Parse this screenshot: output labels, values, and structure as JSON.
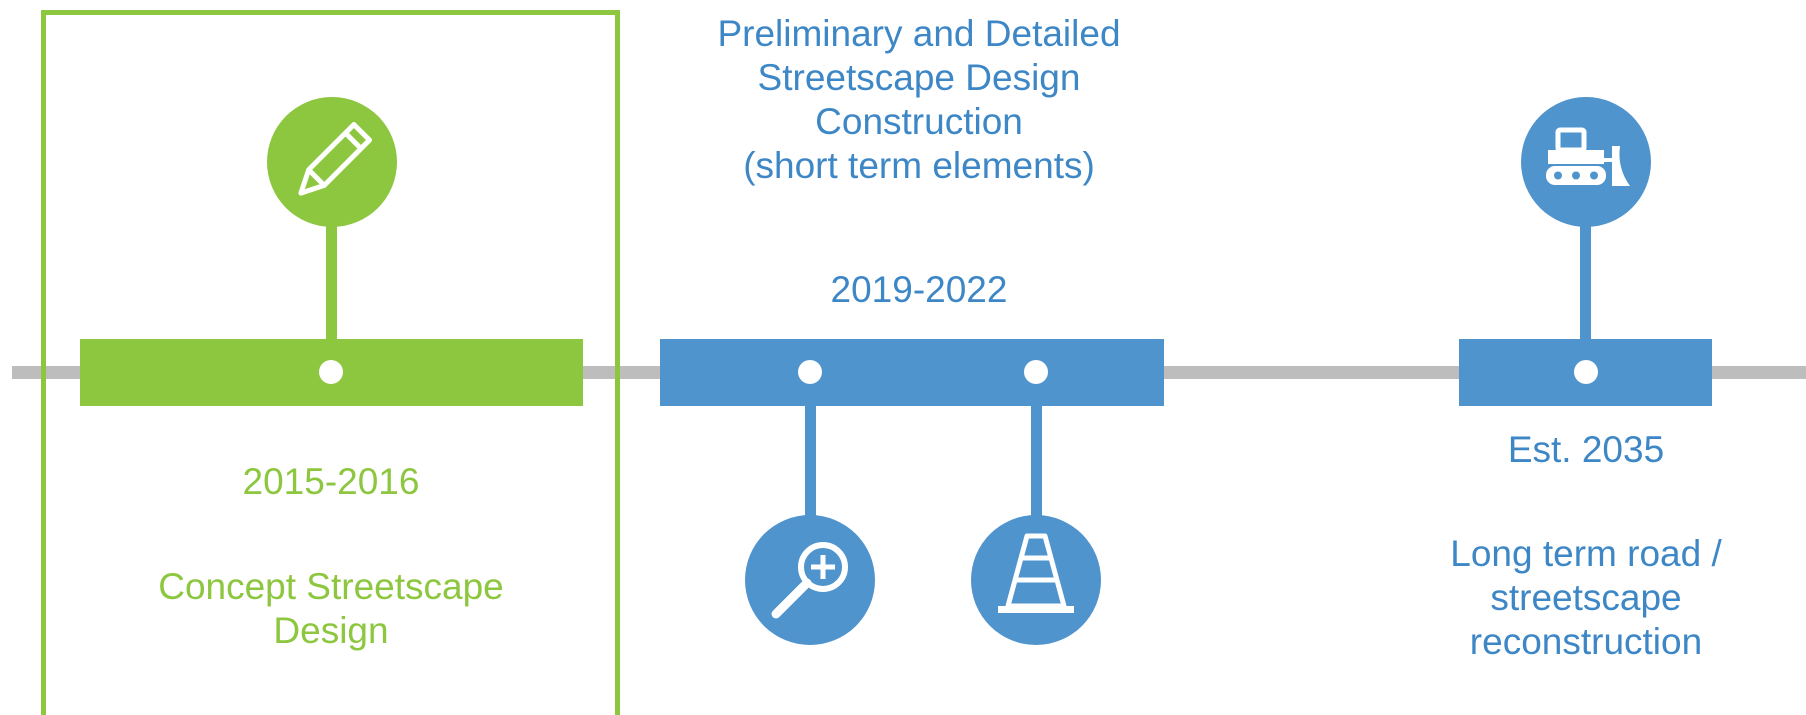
{
  "colors": {
    "green": "#8dc63f",
    "blue": "#4f94cd",
    "text_blue": "#3d87c6",
    "timeline_gray": "#bdbdbd",
    "white": "#ffffff"
  },
  "phases": {
    "concept": {
      "period": "2015-2016",
      "description": [
        "Concept Streetscape",
        "Design"
      ],
      "icon": "pencil-icon",
      "highlighted": true
    },
    "design_construction": {
      "description": [
        "Preliminary and Detailed",
        "Streetscape Design",
        "Construction",
        "(short term elements)"
      ],
      "period": "2019-2022",
      "icons": [
        "magnify-plus-icon",
        "traffic-cone-icon"
      ]
    },
    "reconstruction": {
      "period": "Est. 2035",
      "description": [
        "Long term road /",
        "streetscape",
        "reconstruction"
      ],
      "icon": "bulldozer-icon"
    }
  }
}
